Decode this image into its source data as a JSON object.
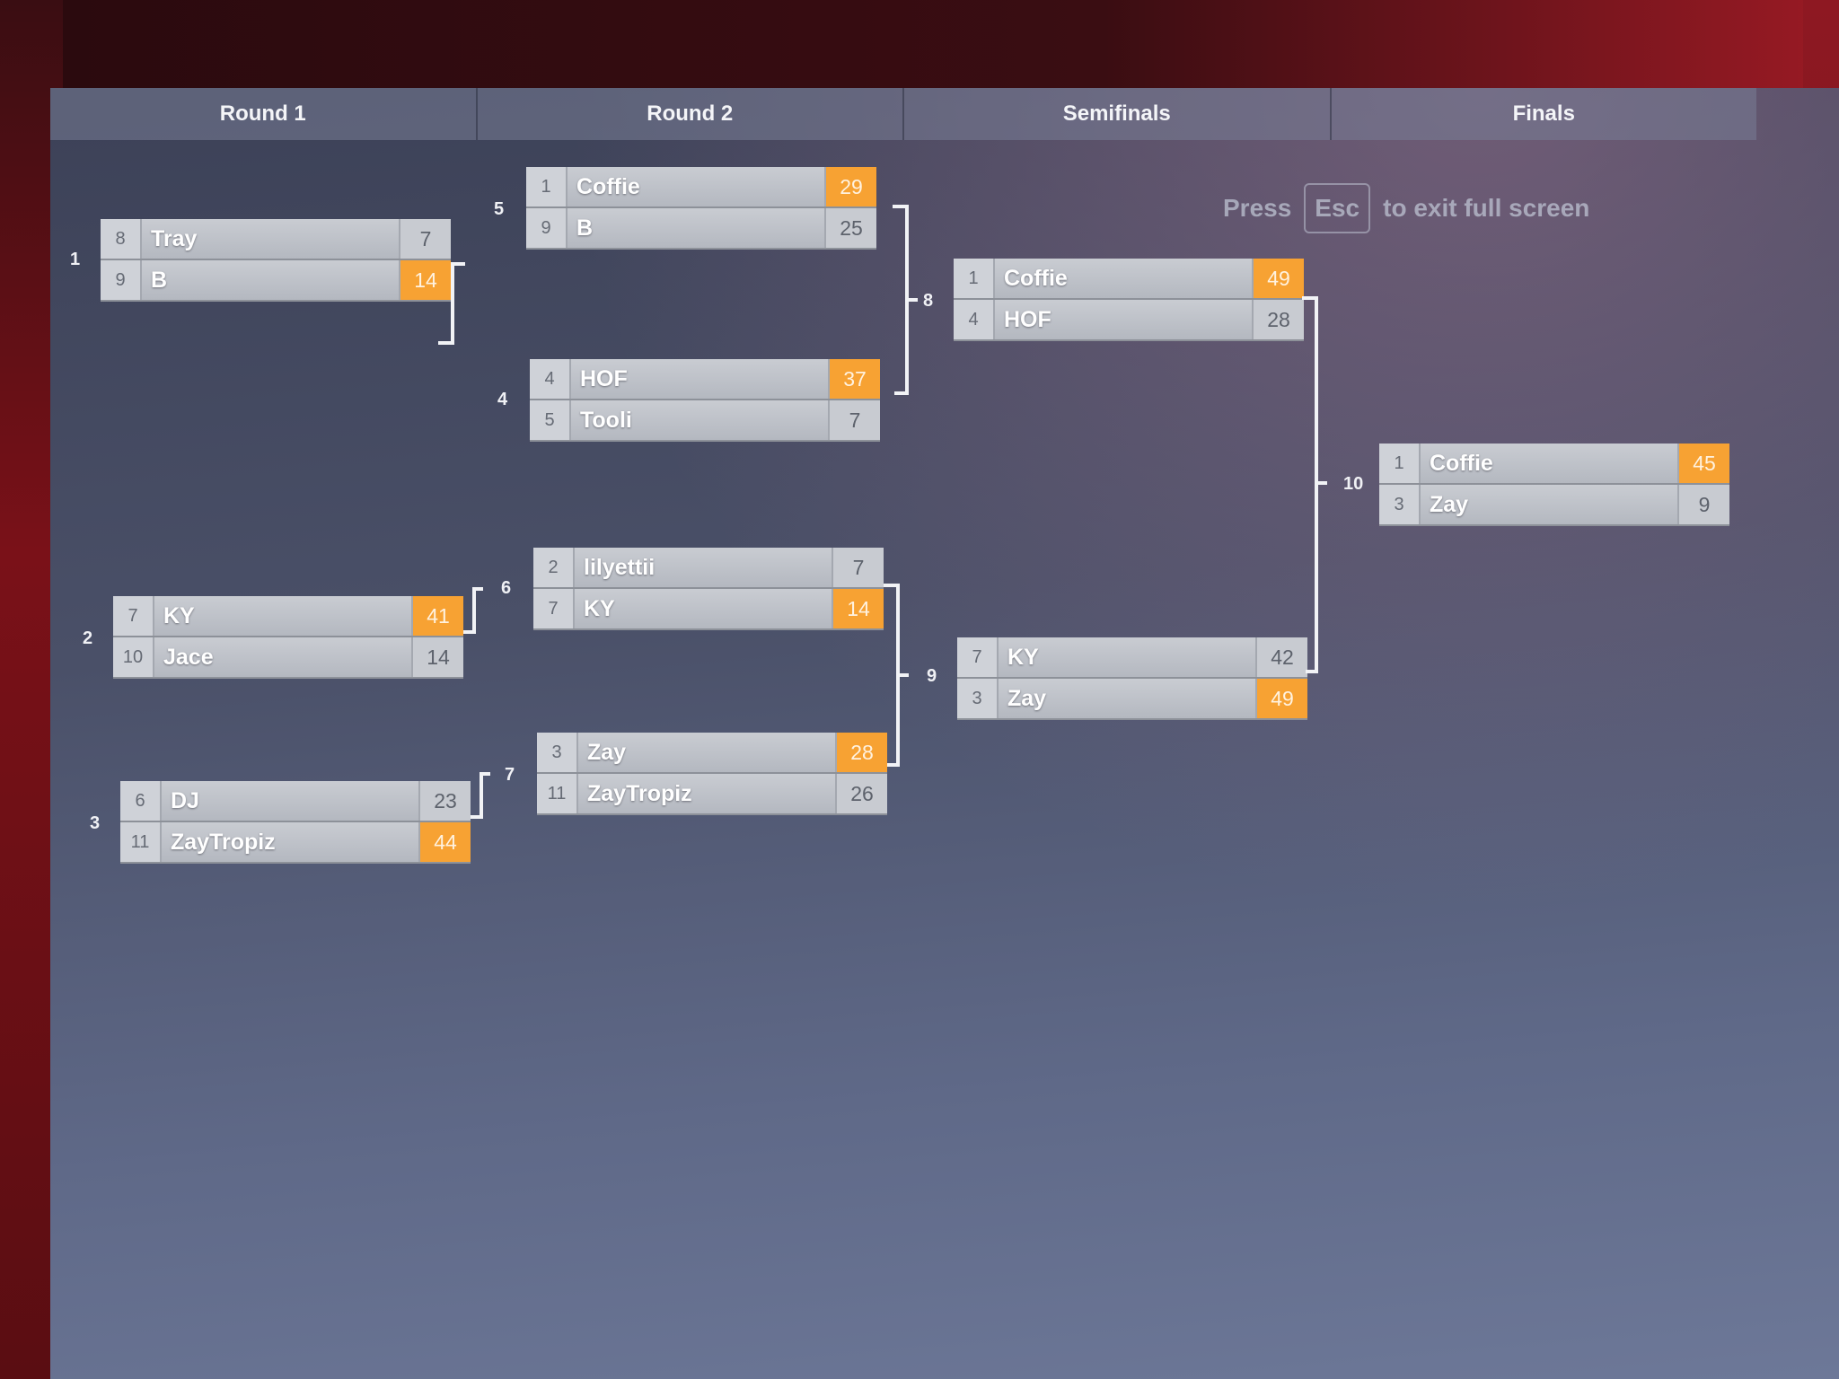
{
  "rounds": [
    "Round 1",
    "Round 2",
    "Semifinals",
    "Finals"
  ],
  "fullscreen_hint": {
    "press": "Press",
    "key": "Esc",
    "rest": "to exit full screen"
  },
  "matches": {
    "m1": {
      "number": "1",
      "teams": [
        {
          "seed": "8",
          "name": "Tray",
          "score": "7",
          "winner": false
        },
        {
          "seed": "9",
          "name": "B",
          "score": "14",
          "winner": true
        }
      ]
    },
    "m2": {
      "number": "2",
      "teams": [
        {
          "seed": "7",
          "name": "KY",
          "score": "41",
          "winner": true
        },
        {
          "seed": "10",
          "name": "Jace",
          "score": "14",
          "winner": false
        }
      ]
    },
    "m3": {
      "number": "3",
      "teams": [
        {
          "seed": "6",
          "name": "DJ",
          "score": "23",
          "winner": false
        },
        {
          "seed": "11",
          "name": "ZayTropiz",
          "score": "44",
          "winner": true
        }
      ]
    },
    "m4": {
      "number": "4",
      "teams": [
        {
          "seed": "4",
          "name": "HOF",
          "score": "37",
          "winner": true
        },
        {
          "seed": "5",
          "name": "Tooli",
          "score": "7",
          "winner": false
        }
      ]
    },
    "m5": {
      "number": "5",
      "teams": [
        {
          "seed": "1",
          "name": "Coffie",
          "score": "29",
          "winner": true
        },
        {
          "seed": "9",
          "name": "B",
          "score": "25",
          "winner": false
        }
      ]
    },
    "m6": {
      "number": "6",
      "teams": [
        {
          "seed": "2",
          "name": "lilyettii",
          "score": "7",
          "winner": false
        },
        {
          "seed": "7",
          "name": "KY",
          "score": "14",
          "winner": true
        }
      ]
    },
    "m7": {
      "number": "7",
      "teams": [
        {
          "seed": "3",
          "name": "Zay",
          "score": "28",
          "winner": true
        },
        {
          "seed": "11",
          "name": "ZayTropiz",
          "score": "26",
          "winner": false
        }
      ]
    },
    "m8": {
      "number": "8",
      "teams": [
        {
          "seed": "1",
          "name": "Coffie",
          "score": "49",
          "winner": true
        },
        {
          "seed": "4",
          "name": "HOF",
          "score": "28",
          "winner": false
        }
      ]
    },
    "m9": {
      "number": "9",
      "teams": [
        {
          "seed": "7",
          "name": "KY",
          "score": "42",
          "winner": false
        },
        {
          "seed": "3",
          "name": "Zay",
          "score": "49",
          "winner": true
        }
      ]
    },
    "m10": {
      "number": "10",
      "teams": [
        {
          "seed": "1",
          "name": "Coffie",
          "score": "45",
          "winner": true
        },
        {
          "seed": "3",
          "name": "Zay",
          "score": "9",
          "winner": false
        }
      ]
    }
  }
}
